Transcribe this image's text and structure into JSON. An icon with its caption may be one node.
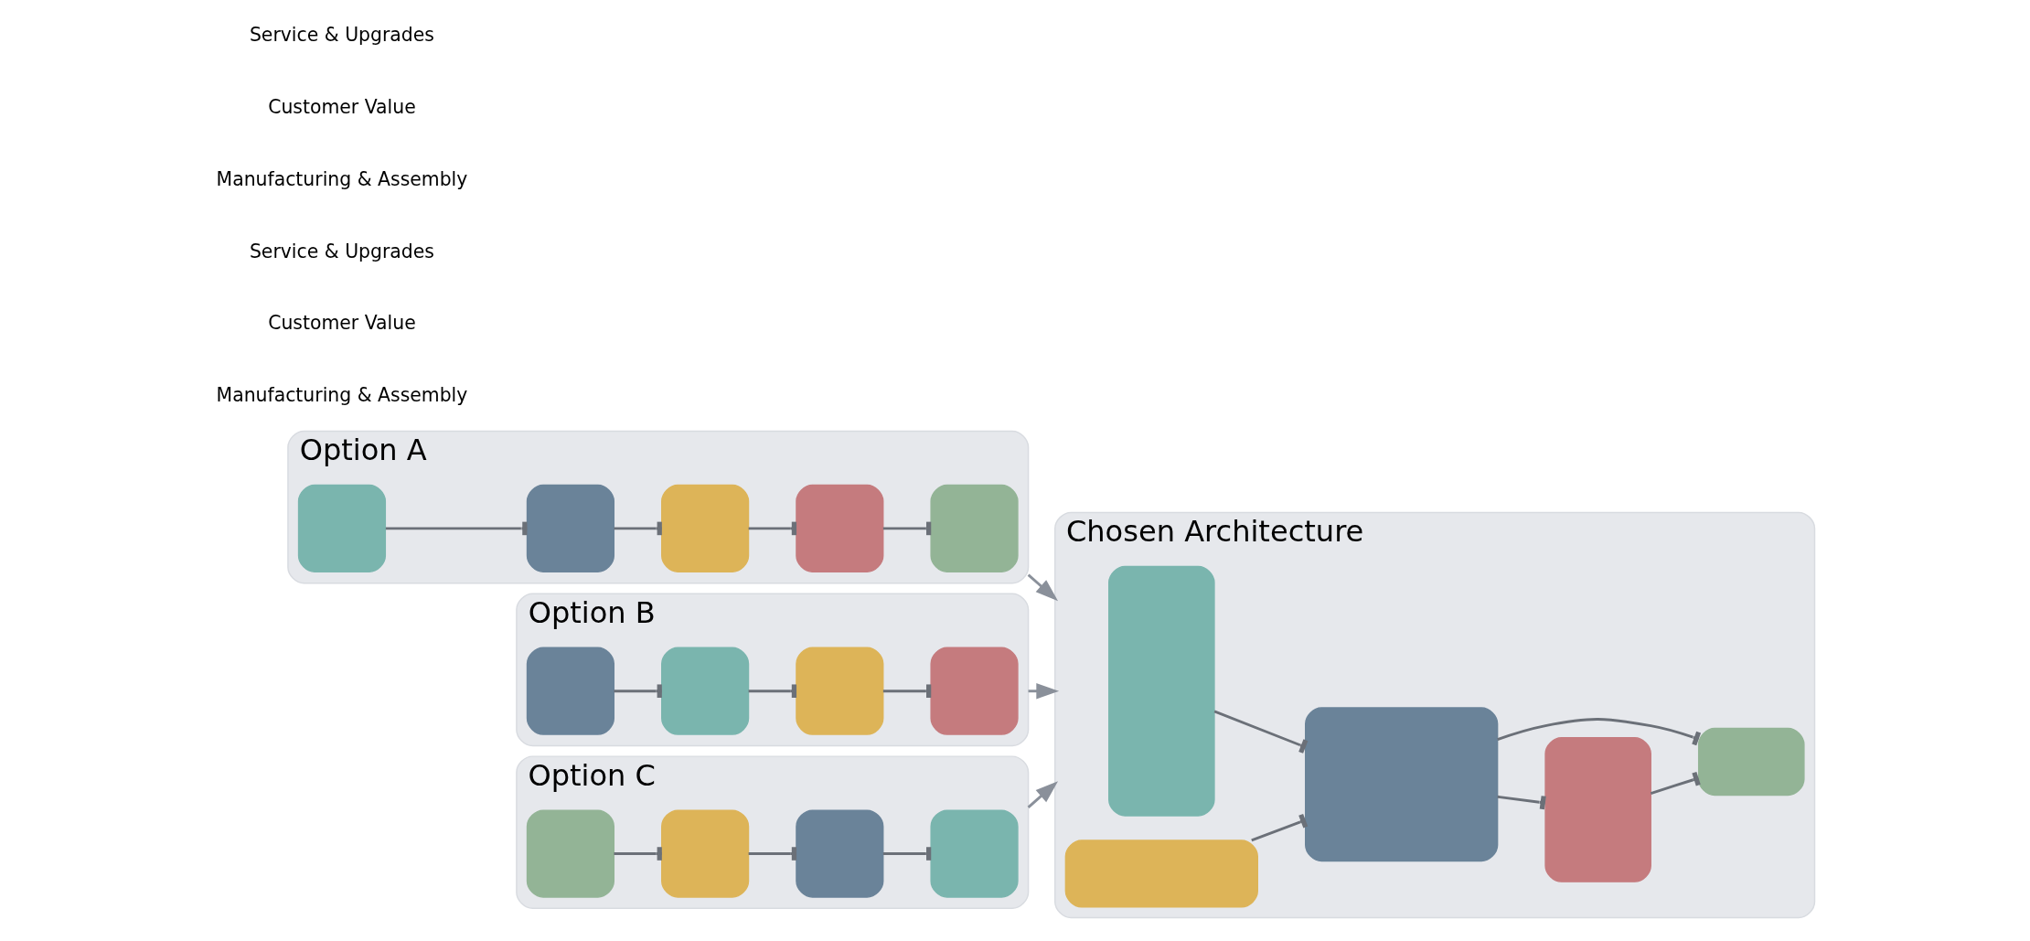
{
  "diagram": {
    "nodes": [
      {
        "text": [
          "Option A"
        ]
      },
      {
        "text": [],
        "shape": "box",
        "in": 0
      },
      {
        "text": [],
        "shape": "box",
        "in": 0
      },
      {
        "text": [],
        "shape": "box",
        "in": 0
      },
      {
        "text": [],
        "shape": "box",
        "in": 0
      },
      {
        "text": [],
        "shape": "box",
        "in": 0
      },
      {
        "text": [
          "Option B"
        ]
      },
      {
        "text": [],
        "shape": "box",
        "in": 6
      },
      {
        "text": [],
        "shape": "box",
        "in": 6
      },
      {
        "text": [],
        "shape": "box",
        "in": 6
      },
      {
        "text": [],
        "shape": "box",
        "in": 6
      },
      {
        "text": [
          "Option C"
        ]
      },
      {
        "text": [],
        "shape": "box",
        "in": 11
      },
      {
        "text": [],
        "shape": "box",
        "in": 11
      },
      {
        "text": [],
        "shape": "box",
        "in": 11
      },
      {
        "text": [],
        "shape": "box",
        "in": 11
      },
      {
        "text": [
          "Chosen Architecture"
        ]
      },
      {
        "text": [],
        "shape": "box",
        "in": 16
      },
      {
        "text": [],
        "shape": "box",
        "in": 16
      },
      {
        "text": [],
        "shape": "box",
        "in": 16
      },
      {
        "text": [],
        "shape": "box",
        "in": 16
      },
      {
        "text": [],
        "shape": "box",
        "in": 16
      }
    ],
    "edges": [
      {
        "from": 1,
        "to": 2,
        "arrow": "other"
      },
      {
        "from": 2,
        "to": 3,
        "arrow": "other"
      },
      {
        "from": 3,
        "to": 4,
        "arrow": "other"
      },
      {
        "from": 4,
        "to": 5,
        "arrow": "other"
      },
      {
        "from": 7,
        "to": 8,
        "arrow": "other"
      },
      {
        "from": 8,
        "to": 9,
        "arrow": "other"
      },
      {
        "from": 9,
        "to": 10,
        "arrow": "other"
      },
      {
        "from": 12,
        "to": 13,
        "arrow": "other"
      },
      {
        "from": 13,
        "to": 14,
        "arrow": "other"
      },
      {
        "from": 14,
        "to": 15,
        "arrow": "other"
      },
      {
        "from": 17,
        "to": 19,
        "arrow": "other"
      },
      {
        "from": 18,
        "to": 19,
        "arrow": "other"
      },
      {
        "from": 19,
        "to": 20,
        "arrow": "other"
      },
      {
        "from": 19,
        "to": 21,
        "arrow": "other"
      },
      {
        "from": 20,
        "to": 21,
        "arrow": "other"
      },
      {
        "from": 0,
        "to": 16,
        "arrow": "to"
      },
      {
        "from": 6,
        "to": 16,
        "arrow": "to"
      },
      {
        "from": 11,
        "to": 16,
        "arrow": "to"
      }
    ],
    "labels": [
      "Manufacturing & Assembly",
      "Customer Value",
      "Service & Upgrades",
      "Manufacturing & Assembly",
      "Customer Value",
      "Service & Upgrades"
    ]
  }
}
